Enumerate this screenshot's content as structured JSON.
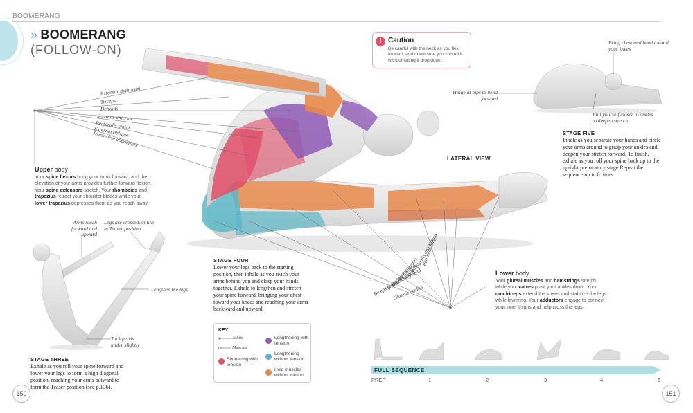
{
  "header": {
    "running_head": "BOOMERANG",
    "title": "BOOMERANG",
    "subtitle": "(FOLLOW-ON)"
  },
  "caution": {
    "title": "Caution",
    "body": "Be careful with the neck as you flex forward, and make sure you control it without letting it drop down."
  },
  "muscle_labels_upper": [
    "Extensor digitorum",
    "Triceps",
    "Deltoids",
    "Serratus anterior",
    "Pectoralis major",
    "External oblique",
    "Transverse abdominis"
  ],
  "muscle_labels_lower": [
    "Peroneus longus",
    "Tibialis anterior",
    "Soleus",
    "Gastrocnemius",
    "Rectus femoris",
    "Vastus lateralis",
    "Biceps femoris long head",
    "Gluteus medius"
  ],
  "upper_body": {
    "heading_bold": "Upper",
    "heading_rest": " body",
    "parts": [
      {
        "t": "Your ",
        "b": false
      },
      {
        "t": "spine flexors",
        "b": true
      },
      {
        "t": " bring your trunk forward, and the elevation of your arms provides further forward flexion. Your ",
        "b": false
      },
      {
        "t": "spine extensors",
        "b": true
      },
      {
        "t": " stretch. Your ",
        "b": false
      },
      {
        "t": "rhomboids",
        "b": true
      },
      {
        "t": " and ",
        "b": false
      },
      {
        "t": "trapezius",
        "b": true
      },
      {
        "t": " retract your shoulder blades while your ",
        "b": false
      },
      {
        "t": "lower trapezius",
        "b": true
      },
      {
        "t": " depresses them as you reach away.",
        "b": false
      }
    ]
  },
  "lower_body": {
    "heading_bold": "Lower",
    "heading_rest": " body",
    "parts": [
      {
        "t": "Your ",
        "b": false
      },
      {
        "t": "gluteal muscles",
        "b": true
      },
      {
        "t": " and ",
        "b": false
      },
      {
        "t": "hamstrings",
        "b": true
      },
      {
        "t": " stretch while your ",
        "b": false
      },
      {
        "t": "calves",
        "b": true
      },
      {
        "t": " point your ankles down. Your ",
        "b": false
      },
      {
        "t": "quadriceps",
        "b": true
      },
      {
        "t": " extend the knees and stabilize the legs while lowering. Your ",
        "b": false
      },
      {
        "t": "adductors",
        "b": true
      },
      {
        "t": " engage to connect your inner thighs and help cross the legs.",
        "b": false
      }
    ]
  },
  "lateral_view": "LATERAL VIEW",
  "stage_three": {
    "heading": "STAGE THREE",
    "text": "Exhale as you roll your spine forward and lower your legs to form a high diagonal position, reaching your arms outward to form the Teaser position (see p.136).",
    "annotations": {
      "arms": "Arms reach forward and upward",
      "legs_crossed": "Legs are crossed, unlike in Teaser position",
      "lengthen": "Lengthen the legs",
      "tuck": "Tuck pelvis under slightly"
    }
  },
  "stage_four": {
    "heading": "STAGE FOUR",
    "text": "Lower your legs back to the starting position, then inhale as you reach your arms behind you and clasp your hands together. Exhale to lengthen and stretch your spine forward, bringing your chest toward your knees and reaching your arms backward and upward."
  },
  "stage_five": {
    "heading": "STAGE FIVE",
    "text": "Inhale as you separate your hands and circle your arms around to grasp your ankles and deepen your stretch forward. To finish, exhale as you roll your spine back up to the upright preparatory stage Repeat the sequence up to 6 times.",
    "annotations": {
      "chest": "Bring chest and head toward your knees",
      "hinge": "Hinge at hips to bend forward",
      "pull": "Pull yourself closer to ankles to deepen stretch"
    }
  },
  "key": {
    "title": "KEY",
    "joints": "Joints",
    "muscles": "Muscles",
    "items": [
      {
        "label": "Shortening with tension",
        "color": "#e0506a"
      },
      {
        "label": "Lengthening with tension",
        "color": "#8e5bb5"
      },
      {
        "label": "Lengthening without tension",
        "color": "#5bb8c8"
      },
      {
        "label": "Held muscles without motion",
        "color": "#e8894a"
      }
    ]
  },
  "sequence": {
    "label": "FULL SEQUENCE",
    "steps": [
      "PREP",
      "1",
      "2",
      "3",
      "4",
      "5"
    ]
  },
  "page_numbers": {
    "left": "150",
    "right": "151"
  }
}
